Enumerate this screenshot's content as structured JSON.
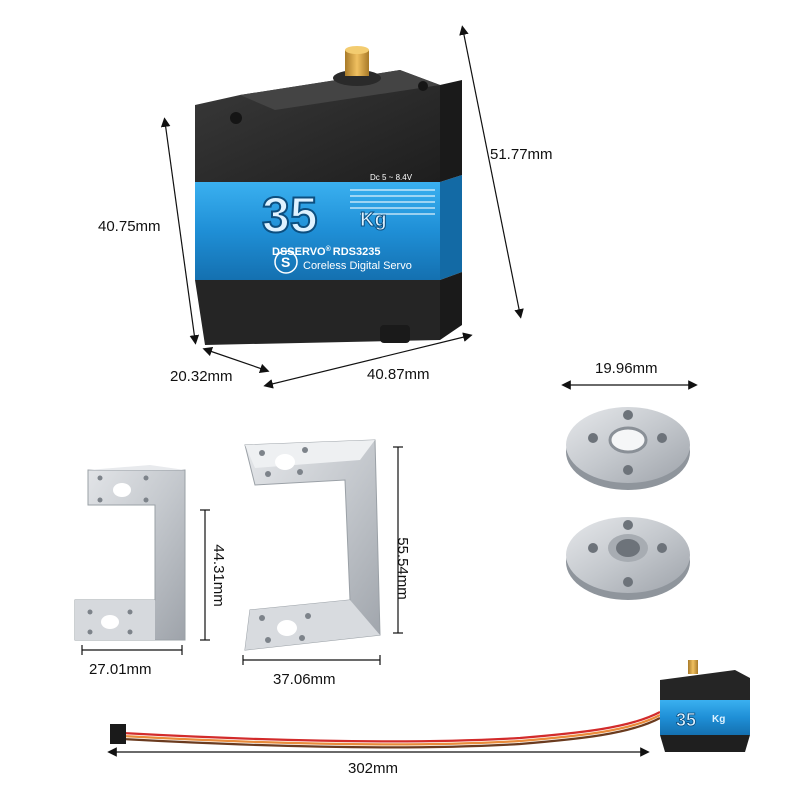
{
  "dimensions": {
    "servo_height": "51.77mm",
    "servo_body_height": "40.75mm",
    "servo_depth": "20.32mm",
    "servo_width": "40.87mm",
    "horn_diameter": "19.96mm",
    "bracket_small_height": "44.31mm",
    "bracket_small_width": "27.01mm",
    "bracket_large_height": "55.54mm",
    "bracket_large_width": "37.06mm",
    "cable_length": "302mm"
  },
  "servo_label": {
    "voltage": "Dc 5 ~ 8.4V",
    "torque": "35",
    "unit": "Kg",
    "brand": "DSSERVO",
    "registered": "®",
    "model": "RDS3235",
    "type": "Coreless Digital Servo",
    "logo": "S"
  },
  "small_servo_label": {
    "torque": "35",
    "unit": "Kg"
  },
  "colors": {
    "servo_black": "#2b2b2b",
    "servo_blue": "#1f8fd6",
    "metal": "#c9ccd1",
    "brass": "#c99a3a",
    "wire_red": "#d22b2b",
    "wire_brown": "#6b3b1f",
    "wire_orange": "#e98b3a"
  }
}
